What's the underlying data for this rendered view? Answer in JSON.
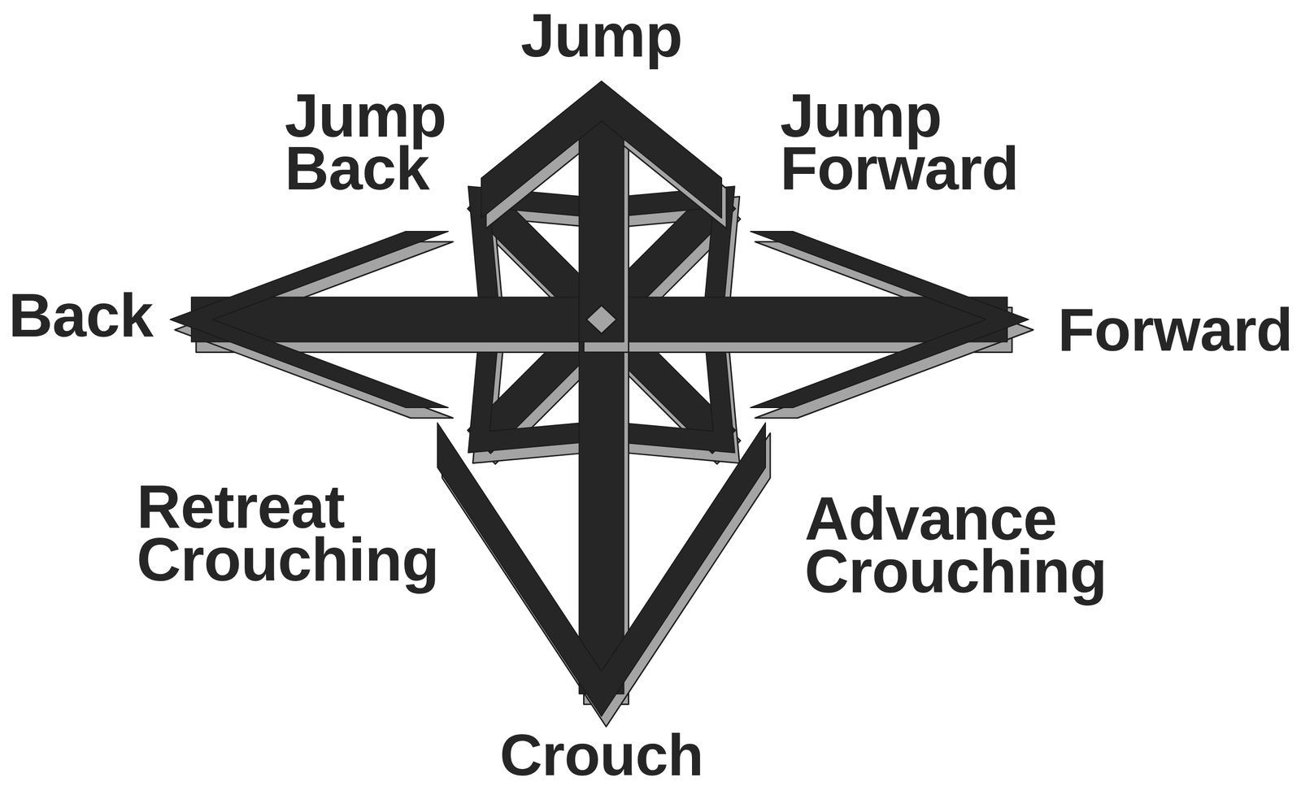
{
  "diagram": {
    "labels": [
      "Jump",
      "Jump Back",
      "Jump Forward",
      "Back",
      "Forward",
      "Retreat Crouching",
      "Advance Crouching",
      "Crouch"
    ]
  }
}
